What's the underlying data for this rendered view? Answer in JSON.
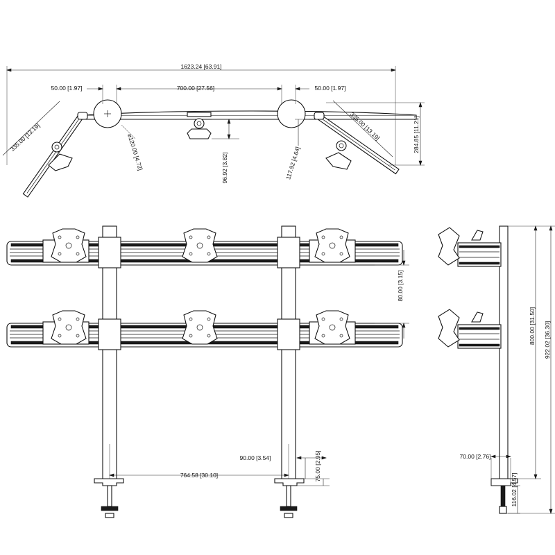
{
  "top_view": {
    "overall_width": "1623.24 [63.91]",
    "arm_left_gap": "50.00 [1.97]",
    "center_span": "700.00 [27.56]",
    "arm_right_gap": "50.00 [1.97]",
    "left_arm_length": "335.00 [13.19]",
    "right_arm_length": "335.00 [13.19]",
    "pole_diameter": "⌀120.00 [4.72]",
    "center_depth": "96.92 [3.82]",
    "side_depth": "117.92 [4.64]",
    "overall_depth": "284.85 [11.21]"
  },
  "front_view": {
    "bar_spacing": "80.00 [3.15]",
    "clamp_width": "90.00 [3.54]",
    "clamp_height": "75.00 [2.95]",
    "pole_spacing": "764.58 [30.10]"
  },
  "side_view": {
    "pole_height": "800.00 [31.50]",
    "overall_height": "922.02 [36.30]",
    "base_depth": "70.00 [2.76]",
    "clamp_depth": "116.02 [4.57]"
  }
}
